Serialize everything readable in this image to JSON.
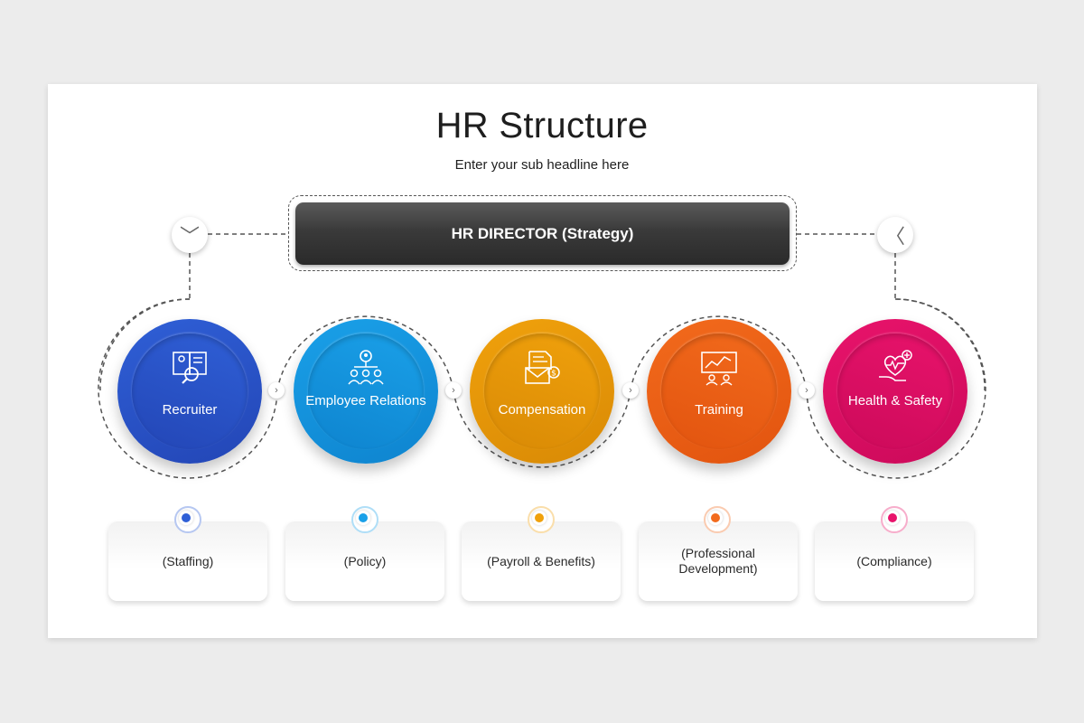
{
  "title": "HR Structure",
  "subtitle": "Enter your sub headline here",
  "director": {
    "label": "HR DIRECTOR (Strategy)"
  },
  "nav": {
    "left_icon": "chevron-down-icon",
    "right_icon": "chevron-left-icon"
  },
  "departments": [
    {
      "name": "Recruiter",
      "detail": "(Staffing)",
      "icon": "resume-search-icon",
      "color": "#2f5fd6",
      "color_dark": "#2346b6"
    },
    {
      "name": "Employee Relations",
      "detail": "(Policy)",
      "icon": "team-hierarchy-icon",
      "color": "#1aa0e8",
      "color_dark": "#0e84cf"
    },
    {
      "name": "Compensation",
      "detail": "(Payroll & Benefits)",
      "icon": "payroll-icon",
      "color": "#f0a10c",
      "color_dark": "#d98a05"
    },
    {
      "name": "Training",
      "detail": "(Professional Development)",
      "icon": "presentation-board-icon",
      "color": "#f26a1c",
      "color_dark": "#e2540f"
    },
    {
      "name": "Health & Safety",
      "detail": "(Compliance)",
      "icon": "health-hand-icon",
      "color": "#e8136b",
      "color_dark": "#cc0a5a"
    }
  ]
}
